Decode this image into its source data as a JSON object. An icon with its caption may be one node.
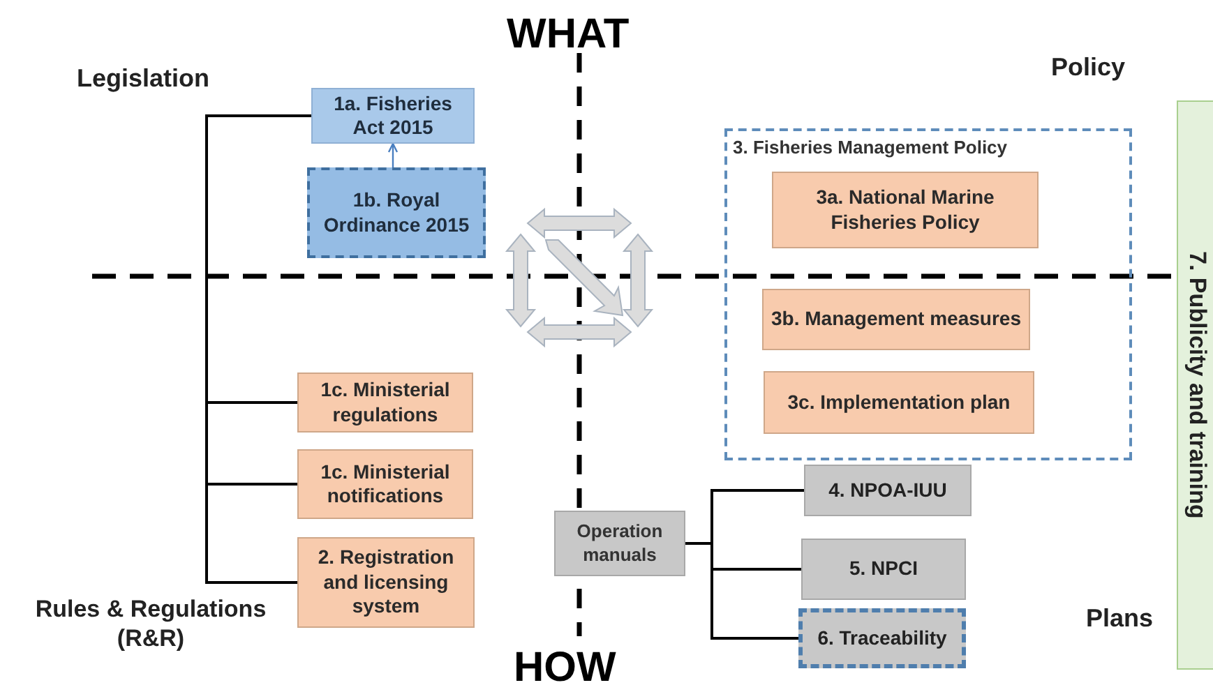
{
  "diagram": {
    "nodes": [
      {
        "text": [
          "1a. Fisheries Act 2015"
        ]
      },
      {
        "text": [
          "1b. Royal Ordinance 2015"
        ]
      },
      {
        "text": [
          "1c. Ministerial regulations"
        ]
      },
      {
        "text": [
          "1c. Ministerial notifications"
        ]
      },
      {
        "text": [
          "2. Registration and licensing system"
        ]
      },
      {
        "text": [
          "3. Fisheries Management Policy"
        ]
      },
      {
        "text": [
          "3a. National Marine Fisheries Policy"
        ],
        "in": 5
      },
      {
        "text": [
          "3b. Management measures"
        ],
        "in": 5
      },
      {
        "text": [
          "3c. Implementation plan"
        ],
        "in": 5
      },
      {
        "text": [
          "Operation manuals"
        ]
      },
      {
        "text": [
          "4. NPOA-IUU"
        ]
      },
      {
        "text": [
          "5. NPCI"
        ]
      },
      {
        "text": [
          "6. Traceability"
        ]
      },
      {
        "text": [
          "7. Publicity and training"
        ]
      }
    ],
    "edges": [
      {
        "from": 1,
        "to": 0,
        "arrow": "to",
        "color": "#4a7fc0"
      },
      {
        "from": 0,
        "to": 2,
        "arrow": "none"
      },
      {
        "from": 0,
        "to": 3,
        "arrow": "none"
      },
      {
        "from": 0,
        "to": 4,
        "arrow": "none"
      },
      {
        "from": 9,
        "to": 10,
        "arrow": "none"
      },
      {
        "from": 9,
        "to": 11,
        "arrow": "none"
      },
      {
        "from": 9,
        "to": 12,
        "arrow": "none"
      }
    ],
    "labels": [
      "WHAT",
      "Legislation",
      "Policy",
      "Rules & Regulations (R&R)",
      "HOW",
      "Plans"
    ]
  }
}
